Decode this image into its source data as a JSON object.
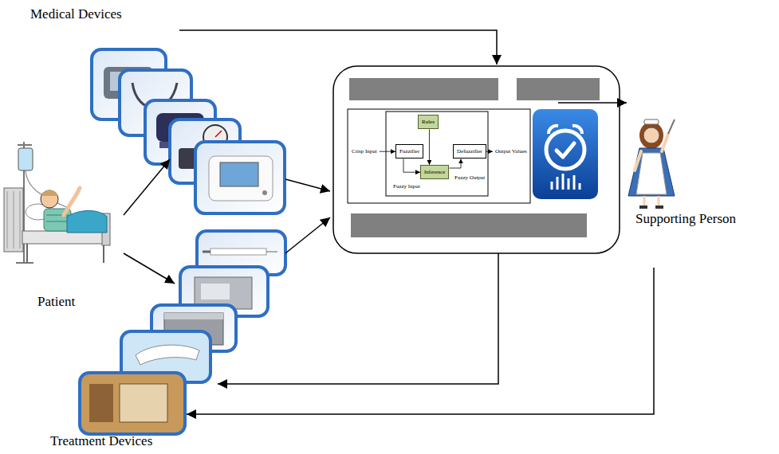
{
  "diagram": {
    "nodes": [
      {
        "text": [
          "Rules"
        ]
      },
      {
        "text": [
          "Fuzzifier"
        ]
      },
      {
        "text": [
          "Defuzzifier"
        ]
      },
      {
        "text": [
          "Inference"
        ]
      }
    ],
    "edges": [
      {
        "from": 1,
        "to": 3,
        "arrow": "to"
      },
      {
        "from": 0,
        "to": 3,
        "arrow": "to"
      },
      {
        "from": 3,
        "to": 2,
        "arrow": "to"
      }
    ],
    "labels": [
      "Medical Devices",
      "Crisp Input",
      "Fuzzy Input",
      "Fuzzy Output",
      "Output Values",
      "Supporting Person",
      "Patient",
      "Treatment Devices"
    ]
  }
}
